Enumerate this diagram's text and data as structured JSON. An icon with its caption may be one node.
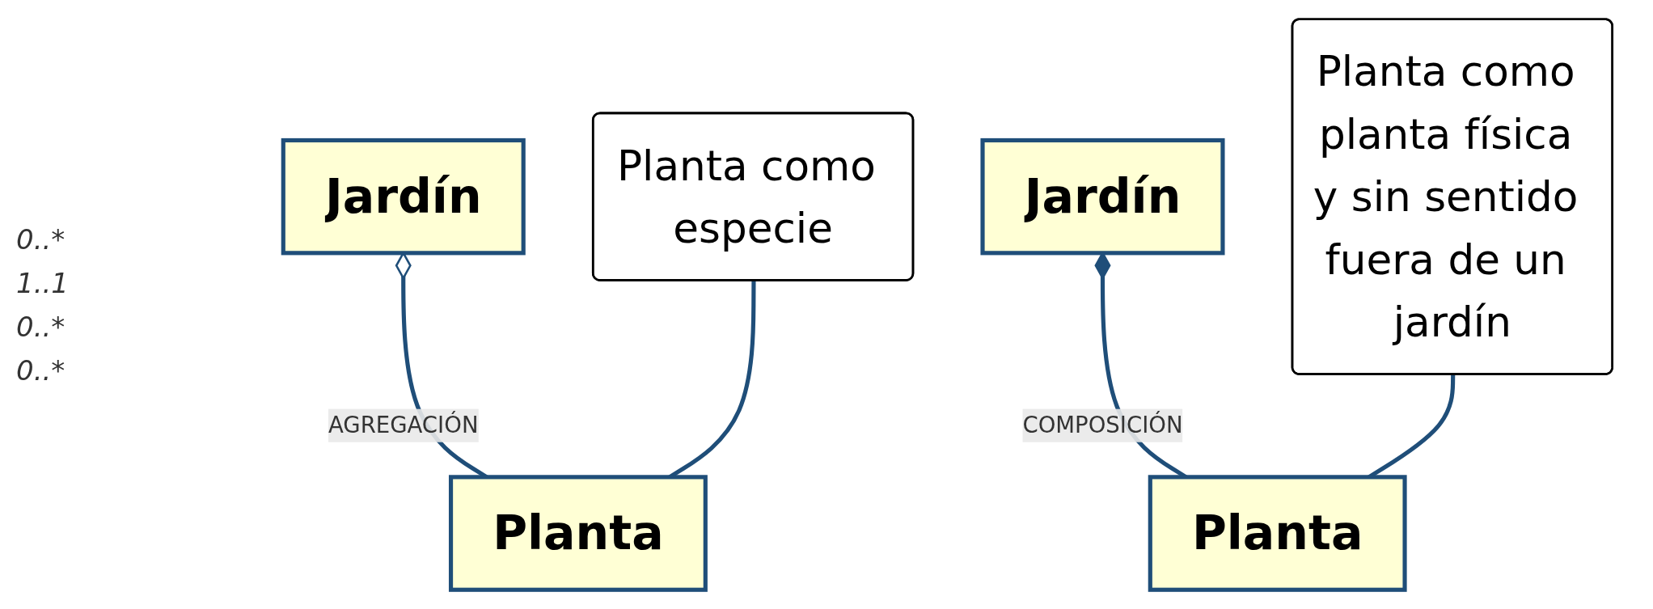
{
  "diagram": {
    "nodes": [
      {
        "text": [
          "Jardín"
        ]
      },
      {
        "text": [
          "Planta"
        ]
      },
      {
        "text": [
          "Jardín"
        ]
      },
      {
        "text": [
          "Planta"
        ]
      },
      {
        "text": [
          "Planta como especie"
        ]
      },
      {
        "text": [
          "Planta como planta física y sin sentido fuera de un jardín"
        ]
      }
    ],
    "edges": [
      {
        "from": 0,
        "to": 1,
        "arrow": "other",
        "label": "AGREGACIÓN"
      },
      {
        "from": 2,
        "to": 3,
        "arrow": "other",
        "label": "COMPOSICIÓN"
      },
      {
        "from": 4,
        "to": 1,
        "arrow": "none"
      },
      {
        "from": 5,
        "to": 3,
        "arrow": "none"
      }
    ],
    "labels": [
      "0..*",
      "1..1",
      "0..*",
      "0..*"
    ]
  }
}
